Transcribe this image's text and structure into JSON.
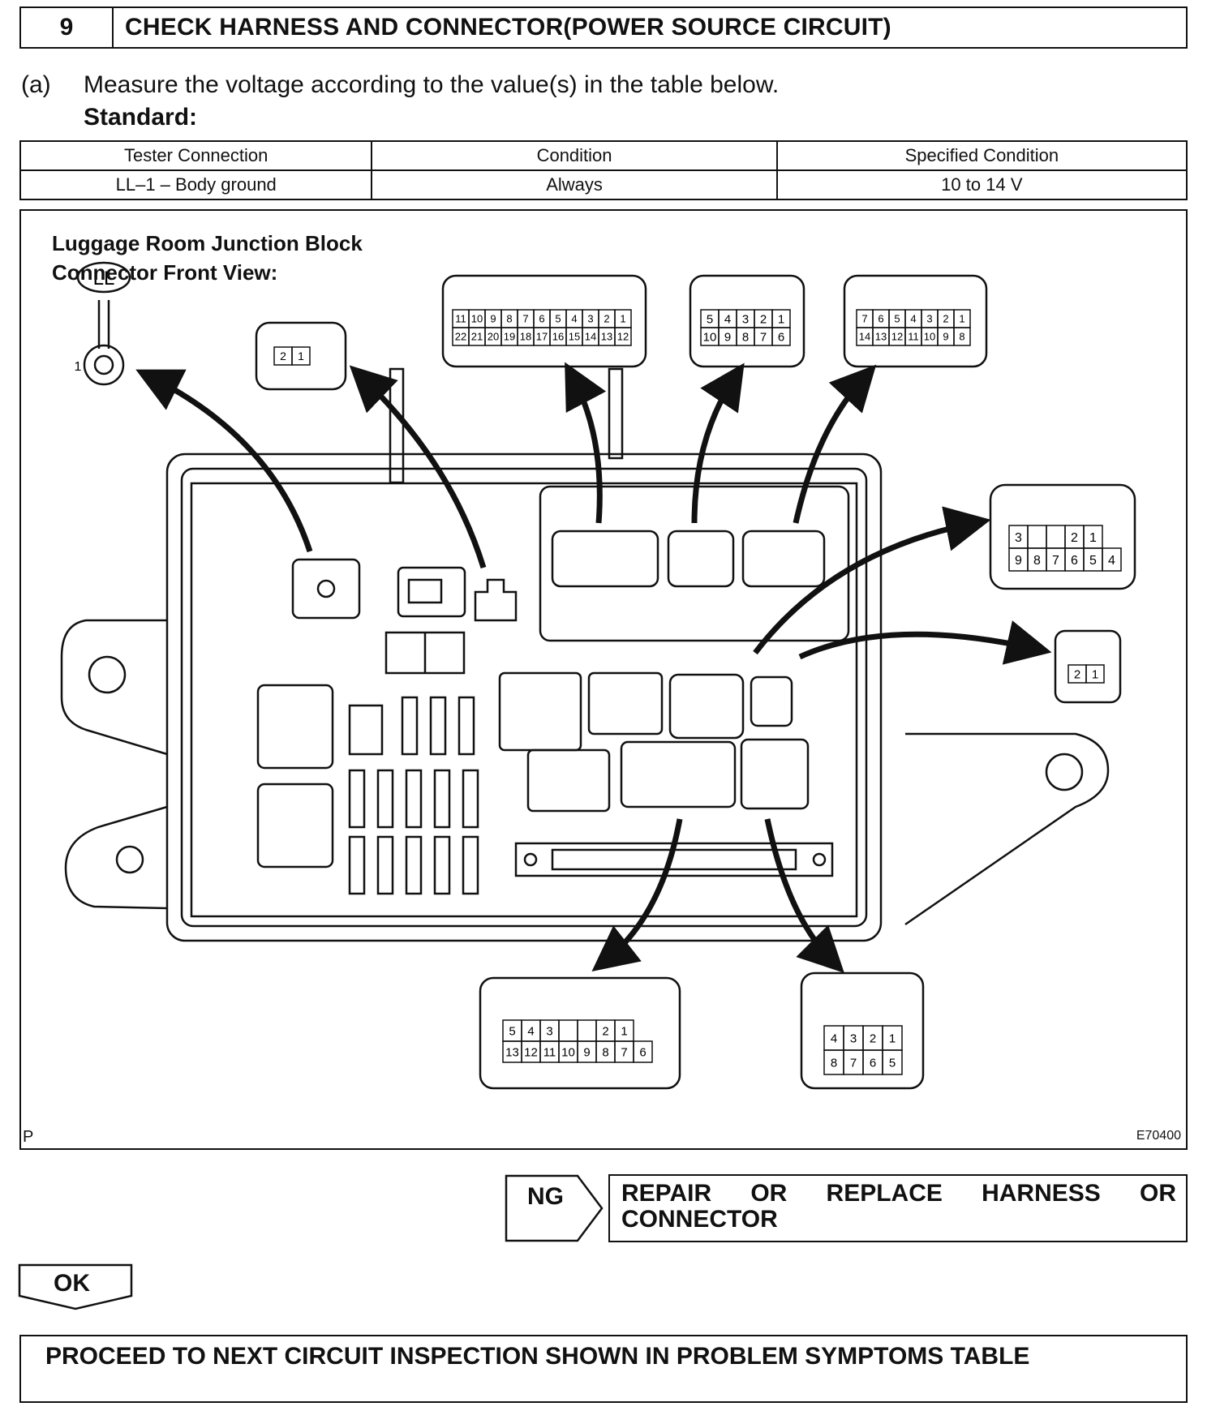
{
  "step": {
    "number": "9",
    "title": "CHECK HARNESS AND CONNECTOR(POWER SOURCE CIRCUIT)"
  },
  "instruction": {
    "marker": "(a)",
    "text": "Measure the voltage according to the value(s) in the table below.",
    "standard_label": "Standard:"
  },
  "table": {
    "headers": [
      "Tester Connection",
      "Condition",
      "Specified Condition"
    ],
    "rows": [
      [
        "LL–1 – Body ground",
        "Always",
        "10 to 14 V"
      ]
    ]
  },
  "figure": {
    "caption_line1": "Luggage Room Junction Block",
    "caption_line2": "Connector Front View:",
    "connector_label": "LL",
    "terminal_label": "1",
    "code": "E70400",
    "corner_mark": "P",
    "connectors": {
      "two_pin_top": {
        "row1": [
          "2",
          "1"
        ]
      },
      "c22": {
        "row1": [
          "11",
          "10",
          "9",
          "8",
          "7",
          "6",
          "5",
          "4",
          "3",
          "2",
          "1"
        ],
        "row2": [
          "22",
          "21",
          "20",
          "19",
          "18",
          "17",
          "16",
          "15",
          "14",
          "13",
          "12"
        ]
      },
      "c10": {
        "row1": [
          "5",
          "4",
          "3",
          "2",
          "1"
        ],
        "row2": [
          "10",
          "9",
          "8",
          "7",
          "6"
        ]
      },
      "c14": {
        "row1": [
          "7",
          "6",
          "5",
          "4",
          "3",
          "2",
          "1"
        ],
        "row2": [
          "14",
          "13",
          "12",
          "11",
          "10",
          "9",
          "8"
        ]
      },
      "c9": {
        "row1": [
          "3",
          "",
          "",
          "2",
          "1"
        ],
        "row2": [
          "9",
          "8",
          "7",
          "6",
          "5",
          "4"
        ]
      },
      "two_pin_right": {
        "row1": [
          "2",
          "1"
        ]
      },
      "c13": {
        "row1": [
          "5",
          "4",
          "3",
          "",
          "",
          "2",
          "1"
        ],
        "row2": [
          "13",
          "12",
          "11",
          "10",
          "9",
          "8",
          "7",
          "6"
        ]
      },
      "c8": {
        "row1": [
          "4",
          "3",
          "2",
          "1"
        ],
        "row2": [
          "8",
          "7",
          "6",
          "5"
        ]
      }
    }
  },
  "ng": {
    "label": "NG",
    "words_line1": [
      "REPAIR",
      "OR",
      "REPLACE",
      "HARNESS",
      "OR"
    ],
    "line2": "CONNECTOR"
  },
  "ok": {
    "label": "OK"
  },
  "next": {
    "text": "PROCEED TO NEXT CIRCUIT INSPECTION SHOWN IN PROBLEM SYMPTOMS TABLE"
  }
}
